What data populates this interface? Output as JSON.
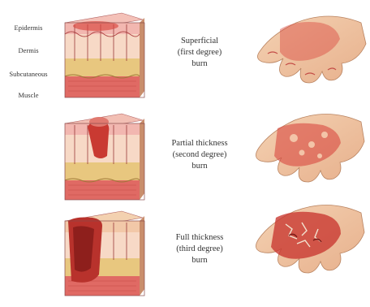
{
  "layer_labels": [
    "Epidermis",
    "Dermis",
    "Subcutaneous",
    "Muscle"
  ],
  "burns": [
    {
      "lines": [
        "Superficial",
        "(first degree)",
        "burn"
      ]
    },
    {
      "lines": [
        "Partial thickness",
        "(second degree)",
        "burn"
      ]
    },
    {
      "lines": [
        "Full thickness",
        "(third degree)",
        "burn"
      ]
    }
  ],
  "colors": {
    "epidermis": "#f2b7b0",
    "dermis": "#f7d9c6",
    "subcutaneous": "#e8c77f",
    "muscle": "#e06a64",
    "wound": "#c93a32",
    "skin": "#f1c7a3",
    "burn_red": "#d9473f"
  }
}
